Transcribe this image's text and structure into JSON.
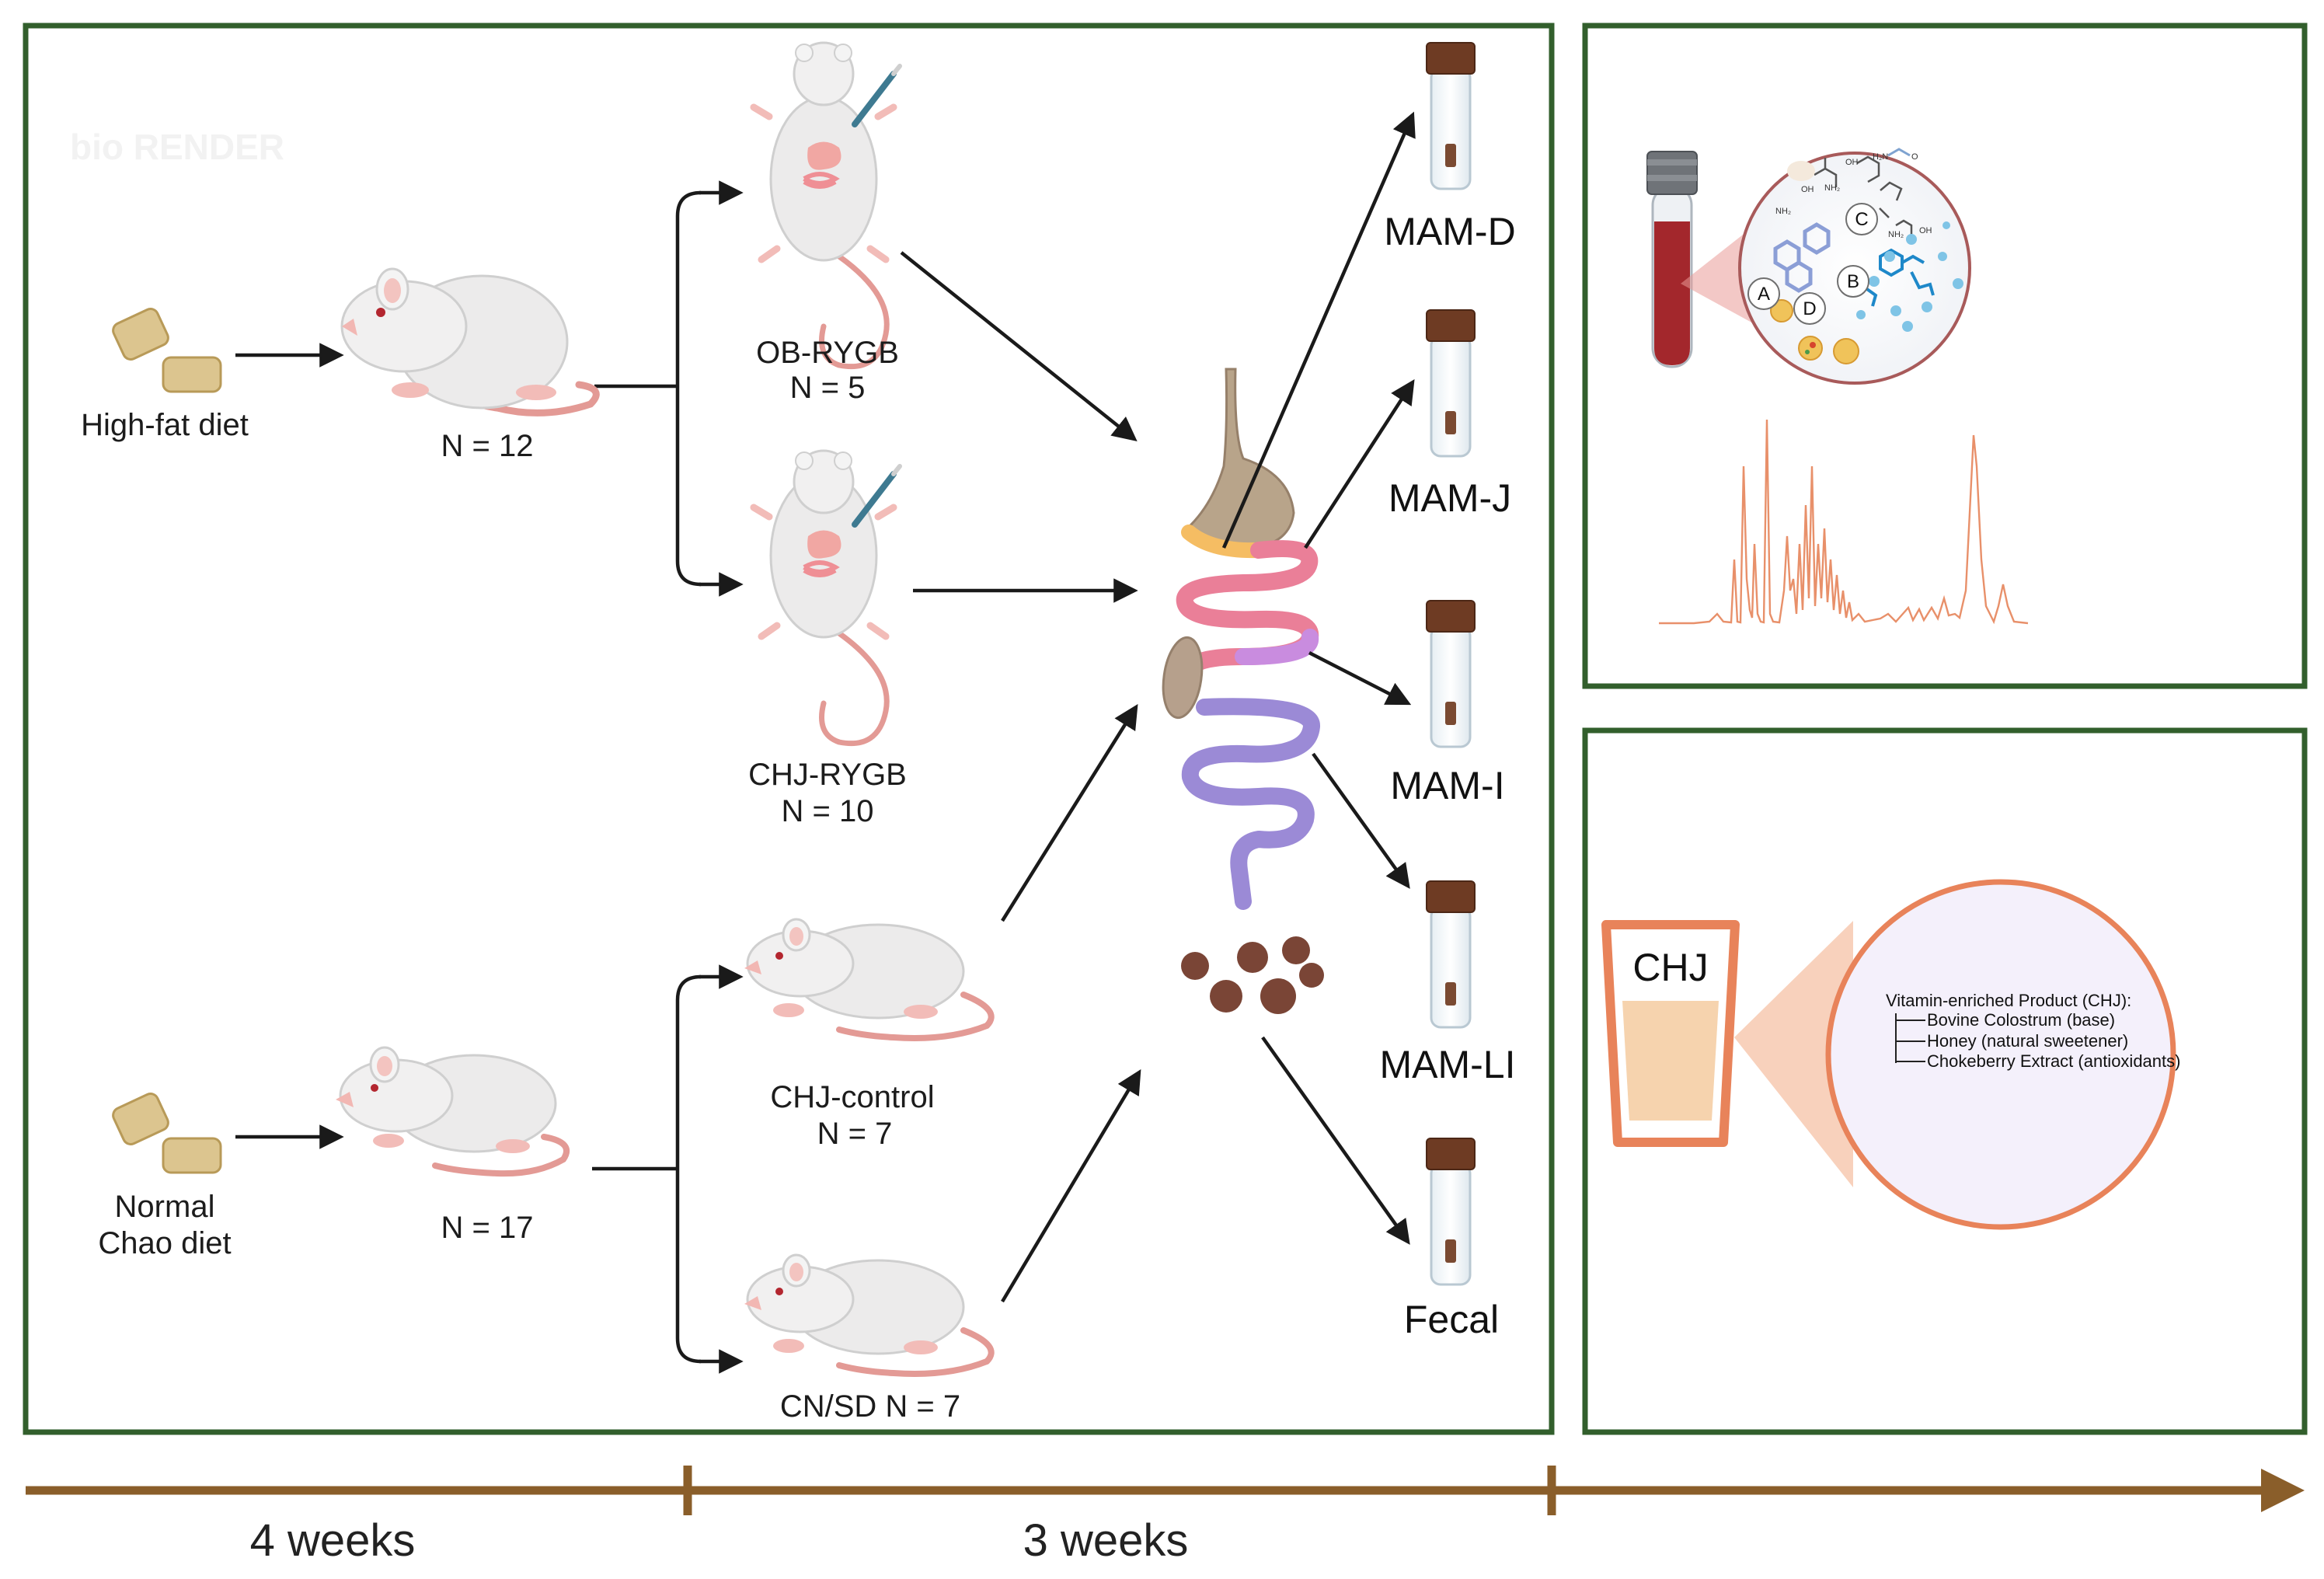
{
  "colors": {
    "panel_border": "#325f2c",
    "timeline": "#8a5e2a",
    "arrow": "#1a1a1a",
    "accent_orange": "#e8835a",
    "chj_circle_fill": "#f4f0fb",
    "blood": "#a3272c"
  },
  "watermark": "bio RENDER",
  "diets": {
    "hfd": "High-fat diet",
    "normal_line1": "Normal",
    "normal_line2": "Chao diet"
  },
  "groups": {
    "hfd_n": "N = 12",
    "normal_n": "N = 17",
    "ob_rygb_name": "OB-RYGB",
    "ob_rygb_n": "N = 5",
    "chj_rygb_name": "CHJ-RYGB",
    "chj_rygb_n": "N = 10",
    "chj_control_name": "CHJ-control",
    "chj_control_n": "N = 7",
    "cn_sd": "CN/SD N = 7"
  },
  "samples": [
    "MAM-D",
    "MAM-J",
    "MAM-I",
    "MAM-LI",
    "Fecal"
  ],
  "metabolite_circle_labels": [
    "A",
    "B",
    "C",
    "D"
  ],
  "chem_labels": {
    "oh1": "OH",
    "nh2a": "NH₂",
    "oh2": "OH",
    "nh2b": "NH₂",
    "h2n": "H₂N",
    "o": "O",
    "oh3": "OH",
    "nh2c": "NH₂"
  },
  "chj_panel": {
    "cup_label": "CHJ",
    "product_title": "Vitamin-enriched  Product (CHJ):",
    "ingredients": [
      "Bovine Colostrum (base)",
      "Honey (natural sweetener)",
      "Chokeberry Extract (antioxidants)"
    ]
  },
  "timeline": {
    "period1": "4 weeks",
    "period2": "3 weeks"
  }
}
